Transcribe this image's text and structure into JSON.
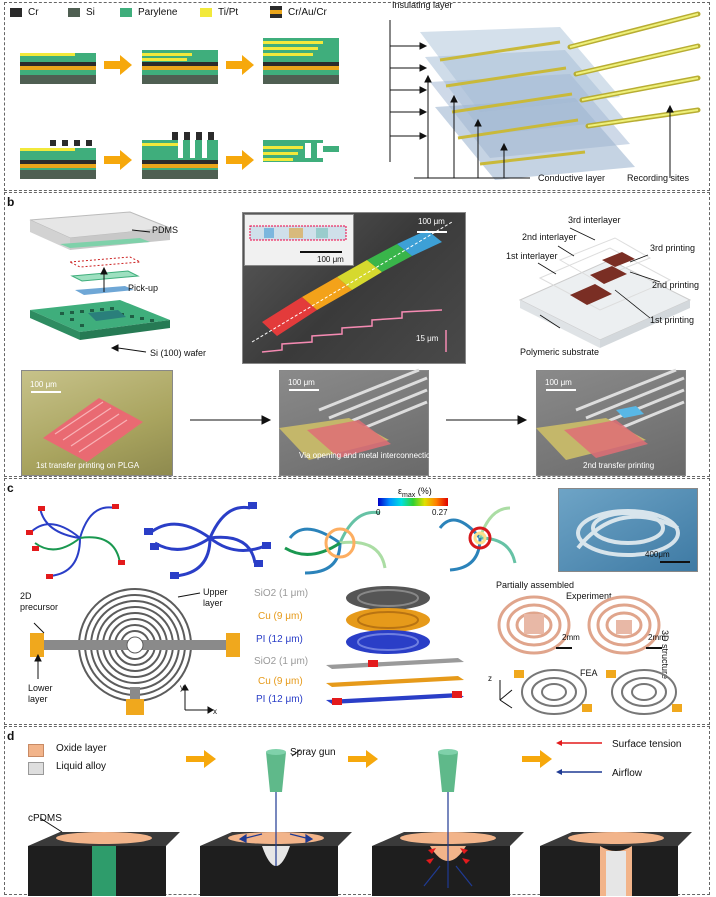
{
  "panel_a": {
    "legend": [
      "Cr",
      "Si",
      "Parylene",
      "Ti/Pt",
      "Cr/Au/Cr"
    ],
    "colors": {
      "cr": "#2b2b2b",
      "si": "#4f5f52",
      "parylene": "#3fae7c",
      "tipt": "#f2e93b",
      "crauc": "#e9a51b",
      "arrow": "#f6a80c"
    },
    "labels": {
      "insulating": "Insulating layer",
      "conductive": "Conductive layer",
      "recording": "Recording sites"
    }
  },
  "panel_b": {
    "label": "b",
    "pdms": "PDMS",
    "pickup": "Pick-up",
    "wafer": "Si (100) wafer",
    "scale_100a": "100 μm",
    "scale_100b": "100 μm",
    "scale_15": "15 μm",
    "interlayer3": "3rd interlayer",
    "interlayer2": "2nd interlayer",
    "interlayer1": "1st interlayer",
    "printing3": "3rd printing",
    "printing2": "2nd printing",
    "printing1": "1st printing",
    "substrate": "Polymeric substrate",
    "step1": "1st transfer printing on PLGA",
    "step2": "Via opening and metal interconnection",
    "step3": "2nd transfer printing",
    "scale_s1": "100 μm",
    "scale_s2": "100 μm",
    "scale_s3": "100 μm"
  },
  "panel_c": {
    "label": "c",
    "emax": "ε",
    "emax_sub": "max",
    "emax_unit": "(%)",
    "cb_min": "0",
    "cb_max": "0.27",
    "scale_400": "400μm",
    "precursor": "2D\nprecursor",
    "precursor_l1": "2D",
    "precursor_l2": "precursor",
    "upper": "Upper",
    "upper2": "layer",
    "lower": "Lower",
    "lower2": "layer",
    "axis_y": "y",
    "axis_x": "x",
    "layers": [
      {
        "name": "SiO2 (1 μm)",
        "color": "#9a9a9a"
      },
      {
        "name": "Cu (9 μm)",
        "color": "#e69a1a"
      },
      {
        "name": "PI (12 μm)",
        "color": "#2a3ec7"
      },
      {
        "name": "SiO2 (1 μm)",
        "color": "#9a9a9a"
      },
      {
        "name": "Cu (9 μm)",
        "color": "#e69a1a"
      },
      {
        "name": "PI (12 μm)",
        "color": "#2a3ec7"
      }
    ],
    "partially": "Partially assembled",
    "experiment": "Experiment",
    "scale_2mm_a": "2mm",
    "scale_2mm_b": "2mm",
    "structure3d": "3D structure",
    "fea": "FEA",
    "axis_z": "z"
  },
  "panel_d": {
    "label": "d",
    "oxide": "Oxide layer",
    "liquid": "Liquid alloy",
    "spray": "Spray gun",
    "surface": "Surface tension",
    "airflow": "Airflow",
    "cpdms": "cPDMS"
  }
}
